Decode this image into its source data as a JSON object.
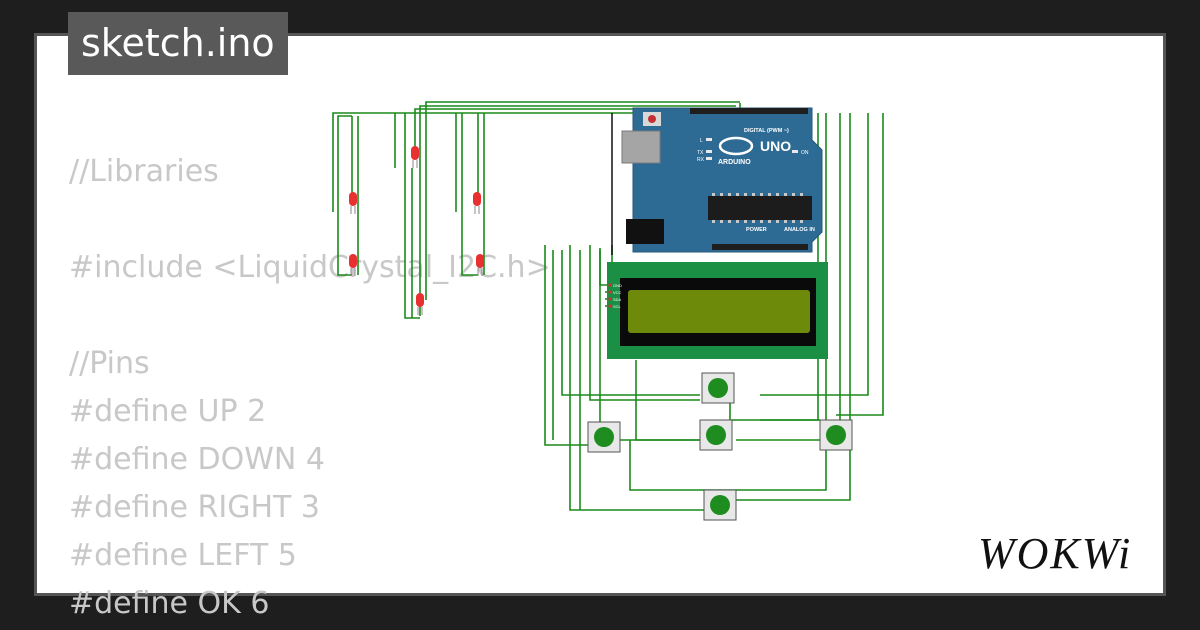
{
  "title_tab": "sketch.ino",
  "code_lines": [
    "//Libraries",
    "",
    "#include <LiquidCrystal_I2C.h>",
    "",
    "//Pins",
    "#define UP 2",
    "#define DOWN 4",
    "#define RIGHT 3",
    "#define LEFT 5",
    "#define OK 6"
  ],
  "brand": "WOKWi",
  "arduino": {
    "model": "UNO",
    "brand_label": "ARDUINO",
    "digital_label": "DIGITAL (PWM ~)",
    "analog_label": "ANALOG IN",
    "power_label": "POWER",
    "tx": "TX",
    "rx": "RX",
    "on": "ON",
    "l": "L"
  },
  "lcd": {
    "pins": [
      "GND",
      "VCC",
      "SDA",
      "SCL"
    ]
  },
  "colors": {
    "wire": "#1a8a1a",
    "board": "#2e6b94",
    "lcd_frame": "#1b8f44",
    "lcd_screen": "#6e8a0a",
    "led": "#e83030",
    "button_cap": "#1e8c1e",
    "code_text": "#c8c8c8"
  },
  "components": {
    "led_count": 6,
    "button_count": 5
  }
}
